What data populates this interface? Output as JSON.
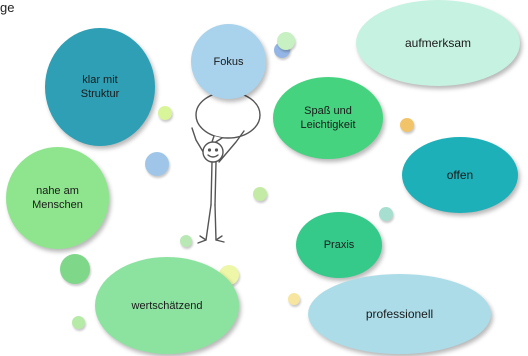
{
  "header_fragment": "ge",
  "bubbles": {
    "fokus": {
      "label": "Fokus",
      "color": "#a9d3ec"
    },
    "klar": {
      "label": "klar mit\nStruktur",
      "color": "#2e9fb4"
    },
    "spass": {
      "label": "Spaß und\nLeichtigkeit",
      "color": "#45d37f"
    },
    "aufmerksam": {
      "label": "aufmerksam",
      "color": "#c6f2e1"
    },
    "offen": {
      "label": "offen",
      "color": "#1eb0b8"
    },
    "nahe": {
      "label": "nahe am\nMenschen",
      "color": "#8fe58e"
    },
    "praxis": {
      "label": "Praxis",
      "color": "#35c98a"
    },
    "wertschaetzend": {
      "label": "wertschätzend",
      "color": "#8ce3a0"
    },
    "professionell": {
      "label": "professionell",
      "color": "#acdce8"
    }
  },
  "colors": {
    "thought_bubble": "#ffffff",
    "figure_stroke": "#555555"
  }
}
